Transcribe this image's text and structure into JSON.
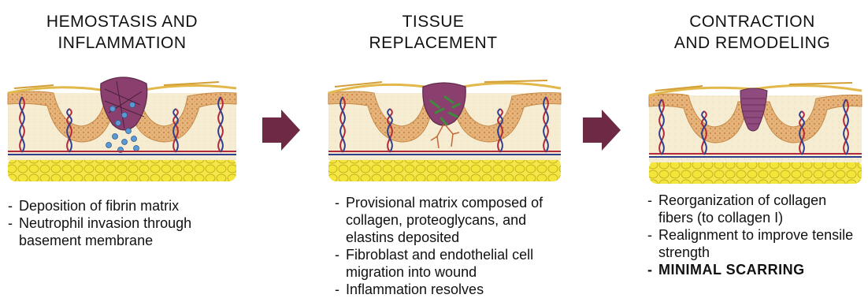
{
  "stages": [
    {
      "title_line1": "HEMOSTASIS AND",
      "title_line2": "INFLAMMATION",
      "bullets": [
        "Deposition of fibrin matrix",
        "Neutrophil invasion through basement membrane"
      ]
    },
    {
      "title_line1": "TISSUE",
      "title_line2": "REPLACEMENT",
      "bullets": [
        "Provisional matrix composed of collagen, proteoglycans, and elastins deposited",
        "Fibroblast and endothelial cell migration into wound",
        "Inflammation resolves"
      ]
    },
    {
      "title_line1": "CONTRACTION",
      "title_line2": "AND REMODELING",
      "bullets": [
        "Reorganization of collagen fibers (to collagen I)",
        "Realignment to improve tensile strength",
        "MINIMAL SCARRING"
      ]
    }
  ],
  "colors": {
    "arrow": "#6e2a44",
    "wound": "#8a3f6e",
    "dermis": "#f3e8c8",
    "epidermis": "#e2b36a",
    "fat": "#f3e43a",
    "vessel_red": "#b3283a",
    "vessel_blue": "#2f3f8f",
    "neutrophil": "#4c8fcf",
    "fibroblast": "#3f8a3c"
  },
  "icons": [
    "skin-cross-section-icon",
    "right-arrow-icon"
  ]
}
